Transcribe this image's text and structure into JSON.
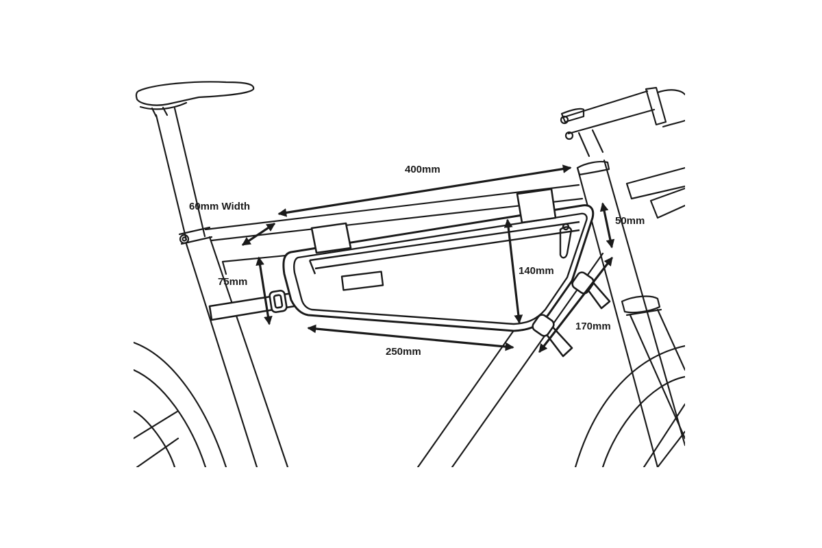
{
  "labels": {
    "top_length": "400mm",
    "width": "60mm Width",
    "front_height": "50mm",
    "max_height": "140mm",
    "rear_height": "75mm",
    "bottom_length": "250mm",
    "down_length": "170mm"
  },
  "colors": {
    "line": "#1a1a1a",
    "background": "#ffffff"
  }
}
